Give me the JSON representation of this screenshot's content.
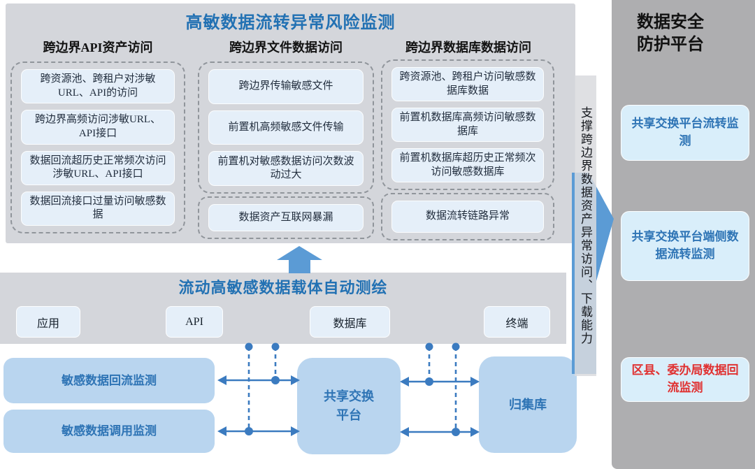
{
  "top_panel": {
    "title": "高敏数据流转异常风险监测",
    "columns": [
      {
        "header": "跨边界API资产访问",
        "groups": [
          {
            "items": [
              "跨资源池、跨租户对涉敏URL、API的访问",
              "跨边界高频访问涉敏URL、API接口",
              "数据回流超历史正常频次访问涉敏URL、API接口",
              "数据回流接口过量访问敏感数据"
            ]
          }
        ]
      },
      {
        "header": "跨边界文件数据访问",
        "groups": [
          {
            "items": [
              "跨边界传输敏感文件",
              "前置机高频敏感文件传输",
              "前置机对敏感数据访问次数波动过大"
            ]
          },
          {
            "items": [
              "数据资产互联网暴漏"
            ]
          }
        ]
      },
      {
        "header": "跨边界数据库数据访问",
        "groups": [
          {
            "items": [
              "跨资源池、跨租户访问敏感数据库数据",
              "前置机数据库高频访问敏感数据库",
              "前置机数据库超历史正常频次访问敏感数据库"
            ]
          },
          {
            "items": [
              "数据流转链路异常"
            ]
          }
        ]
      }
    ]
  },
  "support_arrow": {
    "label": "支撑跨边界数据资产异常访问、下载能力"
  },
  "right_panel": {
    "title": "数据安全\n防护平台",
    "boxes": [
      {
        "label": "共享交换平台流转监测",
        "color": "#2E74B5"
      },
      {
        "label": "共享交换平台端侧数据流转监测",
        "color": "#2E74B5"
      },
      {
        "label": "区县、委办局数据回流监测",
        "color": "#E03131"
      }
    ]
  },
  "bottom_panel": {
    "title": "流动高敏感数据载体自动测绘",
    "carriers": [
      "应用",
      "API",
      "数据库",
      "终端"
    ],
    "nodes": {
      "backflow_monitor": "敏感数据回流监测",
      "invoke_monitor": "敏感数据调用监测",
      "exchange_platform": "共享交换\n平台",
      "collection_store": "归集库"
    }
  },
  "colors": {
    "accent_blue": "#2271B3",
    "arrow_blue": "#5B9BD5",
    "connector_blue": "#3B7BC0",
    "panel_gray": "#D4D6DB",
    "sidebar_gray": "#AEAEB0",
    "item_light_blue": "#E5EFF9",
    "node_blue": "#B9D5EF",
    "sidebar_box_blue": "#D9EEFA",
    "alert_red": "#E03131"
  }
}
